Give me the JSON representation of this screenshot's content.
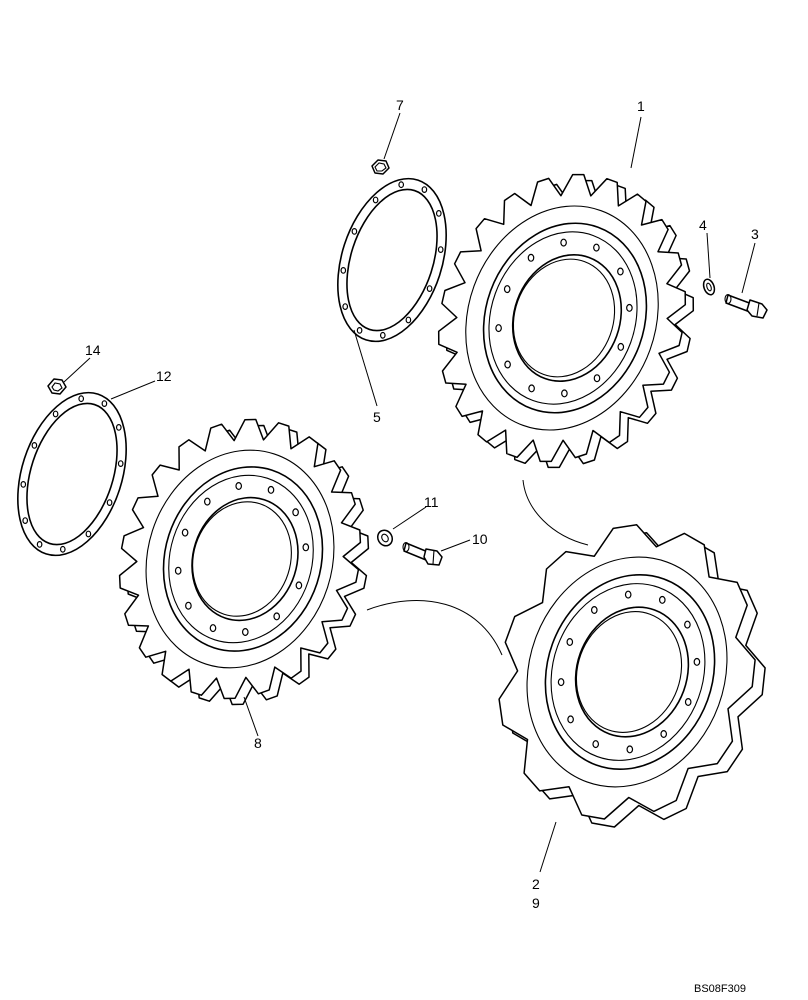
{
  "diagram": {
    "reference_code": "BS08F309",
    "callouts": [
      {
        "id": "c1",
        "text": "1"
      },
      {
        "id": "c2",
        "text": "2"
      },
      {
        "id": "c9",
        "text": "9"
      },
      {
        "id": "c3",
        "text": "3"
      },
      {
        "id": "c4",
        "text": "4"
      },
      {
        "id": "c5",
        "text": "5"
      },
      {
        "id": "c7",
        "text": "7"
      },
      {
        "id": "c8",
        "text": "8"
      },
      {
        "id": "c10",
        "text": "10"
      },
      {
        "id": "c11",
        "text": "11"
      },
      {
        "id": "c12",
        "text": "12"
      },
      {
        "id": "c14",
        "text": "14"
      }
    ],
    "parts": {
      "sprocket_upper": {
        "teeth": 22,
        "bolt_holes": 12
      },
      "sprocket_lower_left": {
        "teeth": 22,
        "bolt_holes": 12
      },
      "sprocket_segment_lower_right": {
        "teeth": 11,
        "bolt_holes": 12
      },
      "gasket_upper": {
        "holes": 12
      },
      "gasket_left": {
        "holes": 12
      }
    }
  }
}
